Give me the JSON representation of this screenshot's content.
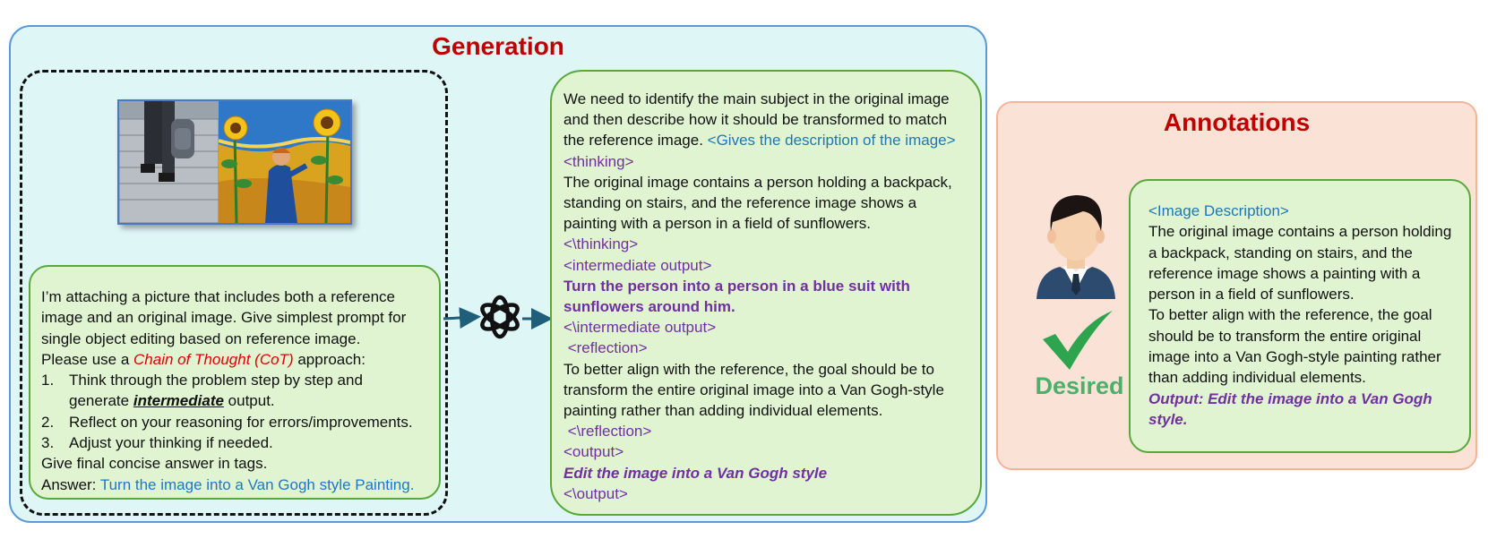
{
  "generation": {
    "title": "Generation",
    "prompt": {
      "line1": "I’m attaching a picture that includes both a reference",
      "line2": "image and an original image. Give simplest prompt for",
      "line3": "single object editing based on reference image.",
      "line4_pre": "Please use a ",
      "line4_cot": "Chain of Thought (CoT)",
      "line4_post": " approach:",
      "step1_num": "1.",
      "step1_a": "Think through the problem step by step and",
      "step1_b_pre": "generate ",
      "step1_b_em": "intermediate",
      "step1_b_post": " output.",
      "step2_num": "2.",
      "step2": "Reflect on your reasoning for errors/improvements.",
      "step3_num": "3.",
      "step3": "Adjust your thinking if needed.",
      "final": "Give final concise answer in tags.",
      "answer_label": "Answer: ",
      "answer_value": "Turn the image into a Van Gogh style Painting."
    },
    "response": {
      "l1": "We need to identify the main subject in the original image",
      "l2": "and then describe how it should be transformed to match",
      "l3_pre": "the reference image. ",
      "l3_tag": "<Gives the description of the image>",
      "thinking_open": "<thinking>",
      "t1": "The original image contains a person holding a backpack,",
      "t2": "standing on stairs, and the reference image shows a",
      "t3": "painting with a person in a field of sunflowers.",
      "thinking_close": "<\\thinking>",
      "inter_open": "<intermediate output>",
      "inter1": "Turn the person into a person in a blue suit with",
      "inter2": "sunflowers around him.",
      "inter_close": "<\\intermediate output>",
      "refl_open": " <reflection>",
      "r1": "To better align with the reference, the goal should be to",
      "r2": "transform the entire original image into a Van Gogh-style",
      "r3": "painting rather than adding individual elements.",
      "refl_close": " <\\reflection>",
      "out_open": "<output>",
      "out_value": "Edit the image into a Van Gogh style",
      "out_close": "<\\output>"
    }
  },
  "annotations": {
    "title": "Annotations",
    "desired_label": "Desired",
    "tag": "<Image Description>",
    "a1": "The original image contains a person holding",
    "a2": "a backpack, standing on stairs, and the",
    "a3": "reference image shows a painting with a",
    "a4": "person in a field of sunflowers.",
    "a5": "To better align with the reference, the goal",
    "a6": "should be to transform the entire original",
    "a7": "image into a Van Gogh-style painting rather",
    "a8": "than adding individual elements.",
    "out1": "Output: Edit the image into a Van Gogh",
    "out2": "style."
  },
  "icons": {
    "openai": "openai-logo-icon",
    "person": "person-avatar-icon",
    "check": "checkmark-icon"
  },
  "colors": {
    "title_red": "#c00000",
    "tag_blue": "#1f77b4",
    "purple": "#7030a0",
    "green_border": "#58a83a",
    "box_fill": "#e0f4d2",
    "generation_fill": "#dff6f7",
    "annotation_fill": "#fbe2d7",
    "desired_green": "#4caf6a"
  }
}
